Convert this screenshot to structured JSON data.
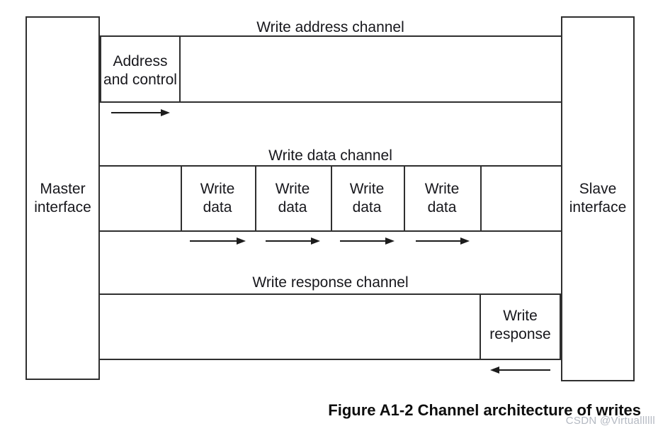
{
  "figure": {
    "master_box": {
      "label": "Master interface"
    },
    "slave_box": {
      "label": "Slave interface"
    },
    "channels": [
      {
        "label": "Write address channel"
      },
      {
        "label": "Write data channel"
      },
      {
        "label": "Write response channel"
      }
    ],
    "address_box": {
      "label": "Address and control"
    },
    "write_data_boxes": [
      "Write data",
      "Write data",
      "Write data",
      "Write data"
    ],
    "response_box": {
      "label": "Write response"
    },
    "caption": "Figure A1-2 Channel architecture of writes",
    "watermark": "CSDN @Virtuallllll"
  },
  "colors": {
    "line": "#2f2f2f",
    "text": "#17171c",
    "arrow": "#1c1c1c",
    "caption": "#0d0d0d",
    "watermark": "#b4b9c2"
  }
}
